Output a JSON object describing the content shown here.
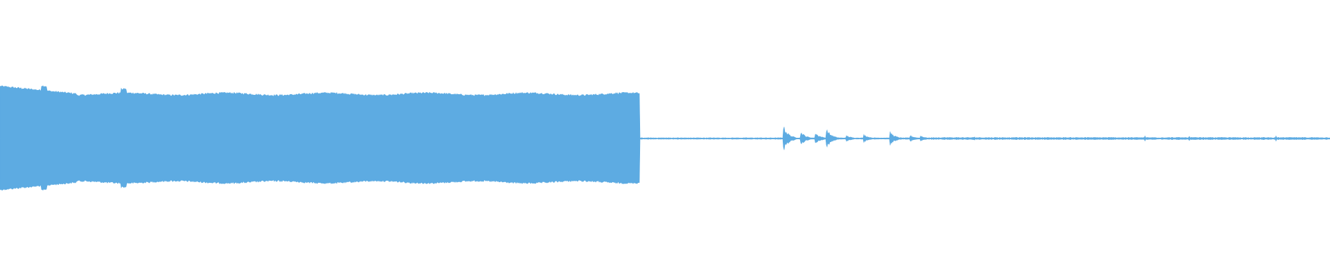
{
  "waveform": {
    "color": "#5dabe2",
    "background": "#ffffff",
    "segments": [
      {
        "name": "dense-tone",
        "start": 0.0,
        "end": 0.481,
        "level_start": 0.46,
        "level_end": 0.39
      },
      {
        "name": "silence",
        "start": 0.481,
        "end": 0.588,
        "level": 0.005
      },
      {
        "name": "transient-burst",
        "start": 0.588,
        "end": 0.7,
        "level": 0.11
      },
      {
        "name": "tail-noise",
        "start": 0.7,
        "end": 1.0,
        "level": 0.008
      }
    ],
    "transients": [
      {
        "at": 0.589,
        "level": 0.11
      },
      {
        "at": 0.602,
        "level": 0.06
      },
      {
        "at": 0.613,
        "level": 0.05
      },
      {
        "at": 0.621,
        "level": 0.09
      },
      {
        "at": 0.636,
        "level": 0.03
      },
      {
        "at": 0.649,
        "level": 0.04
      },
      {
        "at": 0.669,
        "level": 0.06
      },
      {
        "at": 0.684,
        "level": 0.03
      },
      {
        "at": 0.692,
        "level": 0.025
      }
    ]
  }
}
